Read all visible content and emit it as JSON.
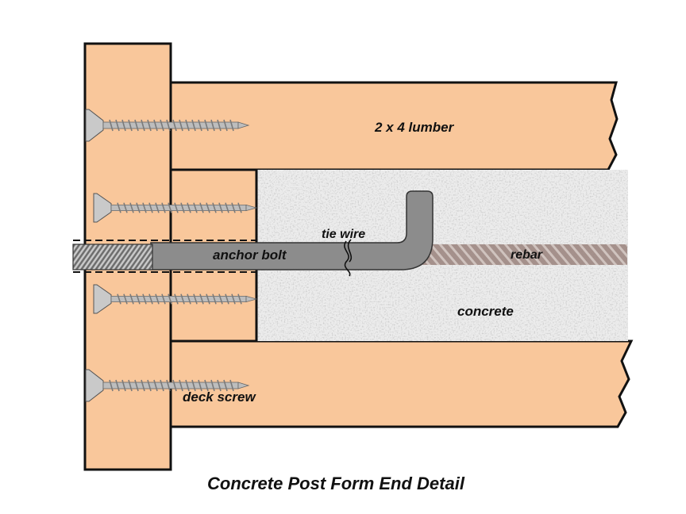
{
  "diagram": {
    "title": "Concrete Post Form End Detail",
    "labels": {
      "lumber": "2 x 4 lumber",
      "tie_wire": "tie wire",
      "anchor_bolt": "anchor bolt",
      "rebar": "rebar",
      "concrete": "concrete",
      "deck_screw": "deck screw"
    }
  },
  "colors": {
    "wood": "#f9c79b",
    "outline": "#111111",
    "bolt": "#8c8c8c",
    "rebar": "#a08c86",
    "concrete": "#e6e6e6"
  }
}
